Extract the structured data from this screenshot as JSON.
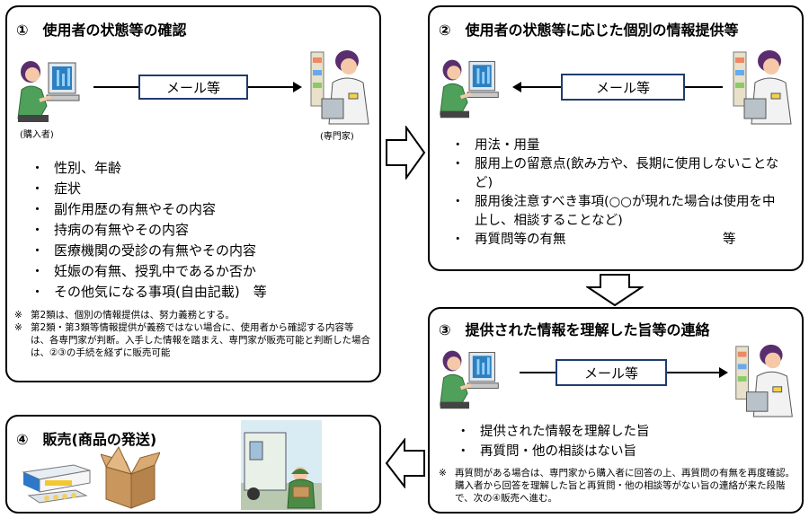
{
  "box1": {
    "title": "①　使用者の状態等の確認",
    "mail_label": "メール等",
    "buyer_caption": "(購入者)",
    "expert_caption": "(専門家)",
    "items": [
      "性別、年齢",
      "症状",
      "副作用歴の有無やその内容",
      "持病の有無やその内容",
      "医療機関の受診の有無やその内容",
      "妊娠の有無、授乳中であるか否か",
      "その他気になる事項(自由記載)　等"
    ],
    "notes": [
      {
        "mark": "※",
        "text": "第2類は、個別の情報提供は、努力義務とする。"
      },
      {
        "mark": "※",
        "text": "第2類・第3類等情報提供が義務ではない場合に、使用者から確認する内容等は、各専門家が判断。入手した情報を踏まえ、専門家が販売可能と判断した場合は、②③の手続を経ずに販売可能"
      }
    ]
  },
  "box2": {
    "title": "②　使用者の状態等に応じた個別の情報提供等",
    "mail_label": "メール等",
    "items": [
      "用法・用量",
      "服用上の留意点(飲み方や、長期に使用しないことなど)",
      "服用後注意すべき事項(○○が現れた場合は使用を中止し、相談することなど)",
      "再質問等の有無"
    ],
    "trailing": "等"
  },
  "box3": {
    "title": "③　提供された情報を理解した旨等の連絡",
    "mail_label": "メール等",
    "items": [
      "提供された情報を理解した旨",
      "再質問・他の相談はない旨"
    ],
    "note": {
      "mark": "※",
      "text": "再質問がある場合は、専門家から購入者に回答の上、再質問の有無を再度確認。購入者から回答を理解した旨と再質問・他の相談等がない旨の連絡が来た段階で、次の④販売へ進む。"
    }
  },
  "box4": {
    "title": "④　販売(商品の発送)"
  },
  "colors": {
    "border": "#000000",
    "mail_border": "#1f3c6e",
    "monitor": "#2e7fbf",
    "shirt_buyer": "#4fa05a",
    "hair": "#5a2e6e"
  }
}
